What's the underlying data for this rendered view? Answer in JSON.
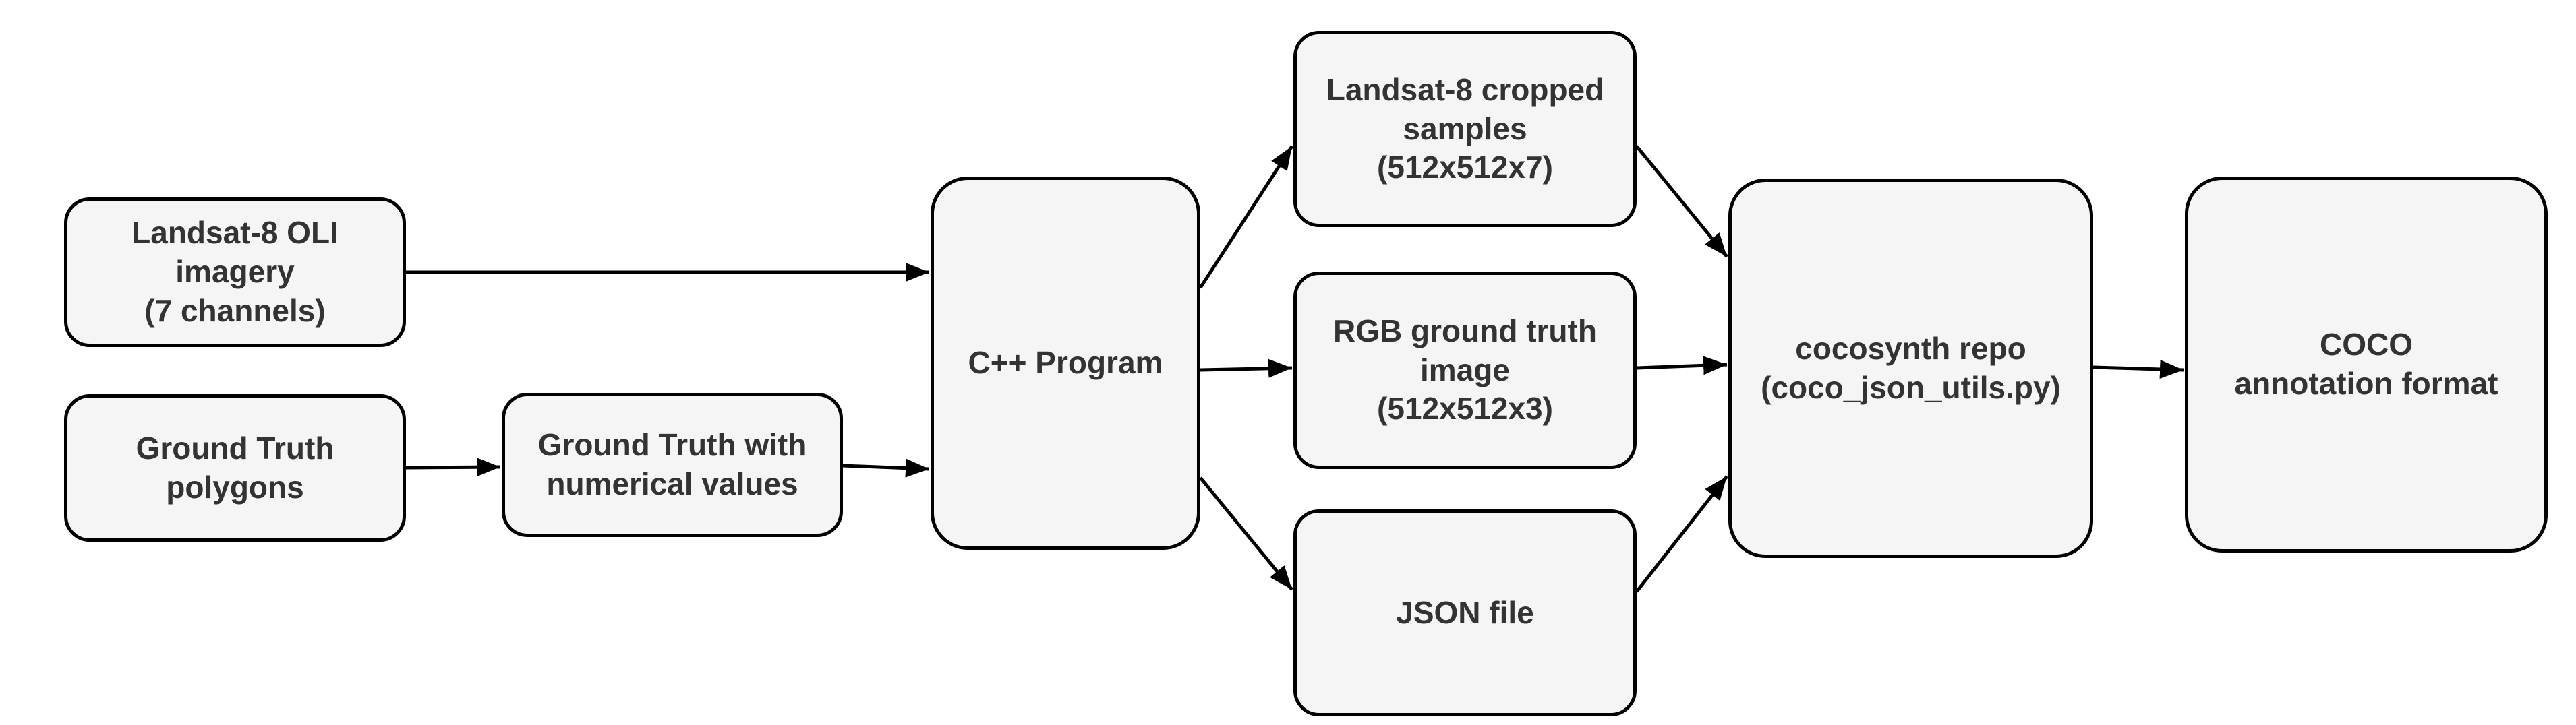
{
  "diagram": {
    "type": "flowchart",
    "colors": {
      "background": "#ffffff",
      "node_fill": "#f5f5f5",
      "node_stroke": "#000000",
      "edge_stroke": "#000000",
      "label": "#333333"
    },
    "nodes": {
      "landsat_imagery": {
        "label": "Landsat-8 OLI\nimagery\n(7 channels)"
      },
      "ground_truth_polygons": {
        "label": "Ground Truth\npolygons"
      },
      "ground_truth_numerical": {
        "label": "Ground Truth with\nnumerical values"
      },
      "cpp_program": {
        "label": "C++ Program"
      },
      "landsat_cropped": {
        "label": "Landsat-8 cropped\nsamples\n(512x512x7)"
      },
      "rgb_ground_truth": {
        "label": "RGB ground truth\nimage\n(512x512x3)"
      },
      "json_file": {
        "label": "JSON file"
      },
      "cocosynth_repo": {
        "label": "cocosynth repo\n(coco_json_utils.py)"
      },
      "coco_format": {
        "label": "COCO\nannotation format"
      }
    },
    "edges": [
      {
        "from": "landsat_imagery",
        "to": "cpp_program"
      },
      {
        "from": "ground_truth_polygons",
        "to": "ground_truth_numerical"
      },
      {
        "from": "ground_truth_numerical",
        "to": "cpp_program"
      },
      {
        "from": "cpp_program",
        "to": "landsat_cropped"
      },
      {
        "from": "cpp_program",
        "to": "rgb_ground_truth"
      },
      {
        "from": "cpp_program",
        "to": "json_file"
      },
      {
        "from": "landsat_cropped",
        "to": "cocosynth_repo"
      },
      {
        "from": "rgb_ground_truth",
        "to": "cocosynth_repo"
      },
      {
        "from": "json_file",
        "to": "cocosynth_repo"
      },
      {
        "from": "cocosynth_repo",
        "to": "coco_format"
      }
    ]
  }
}
